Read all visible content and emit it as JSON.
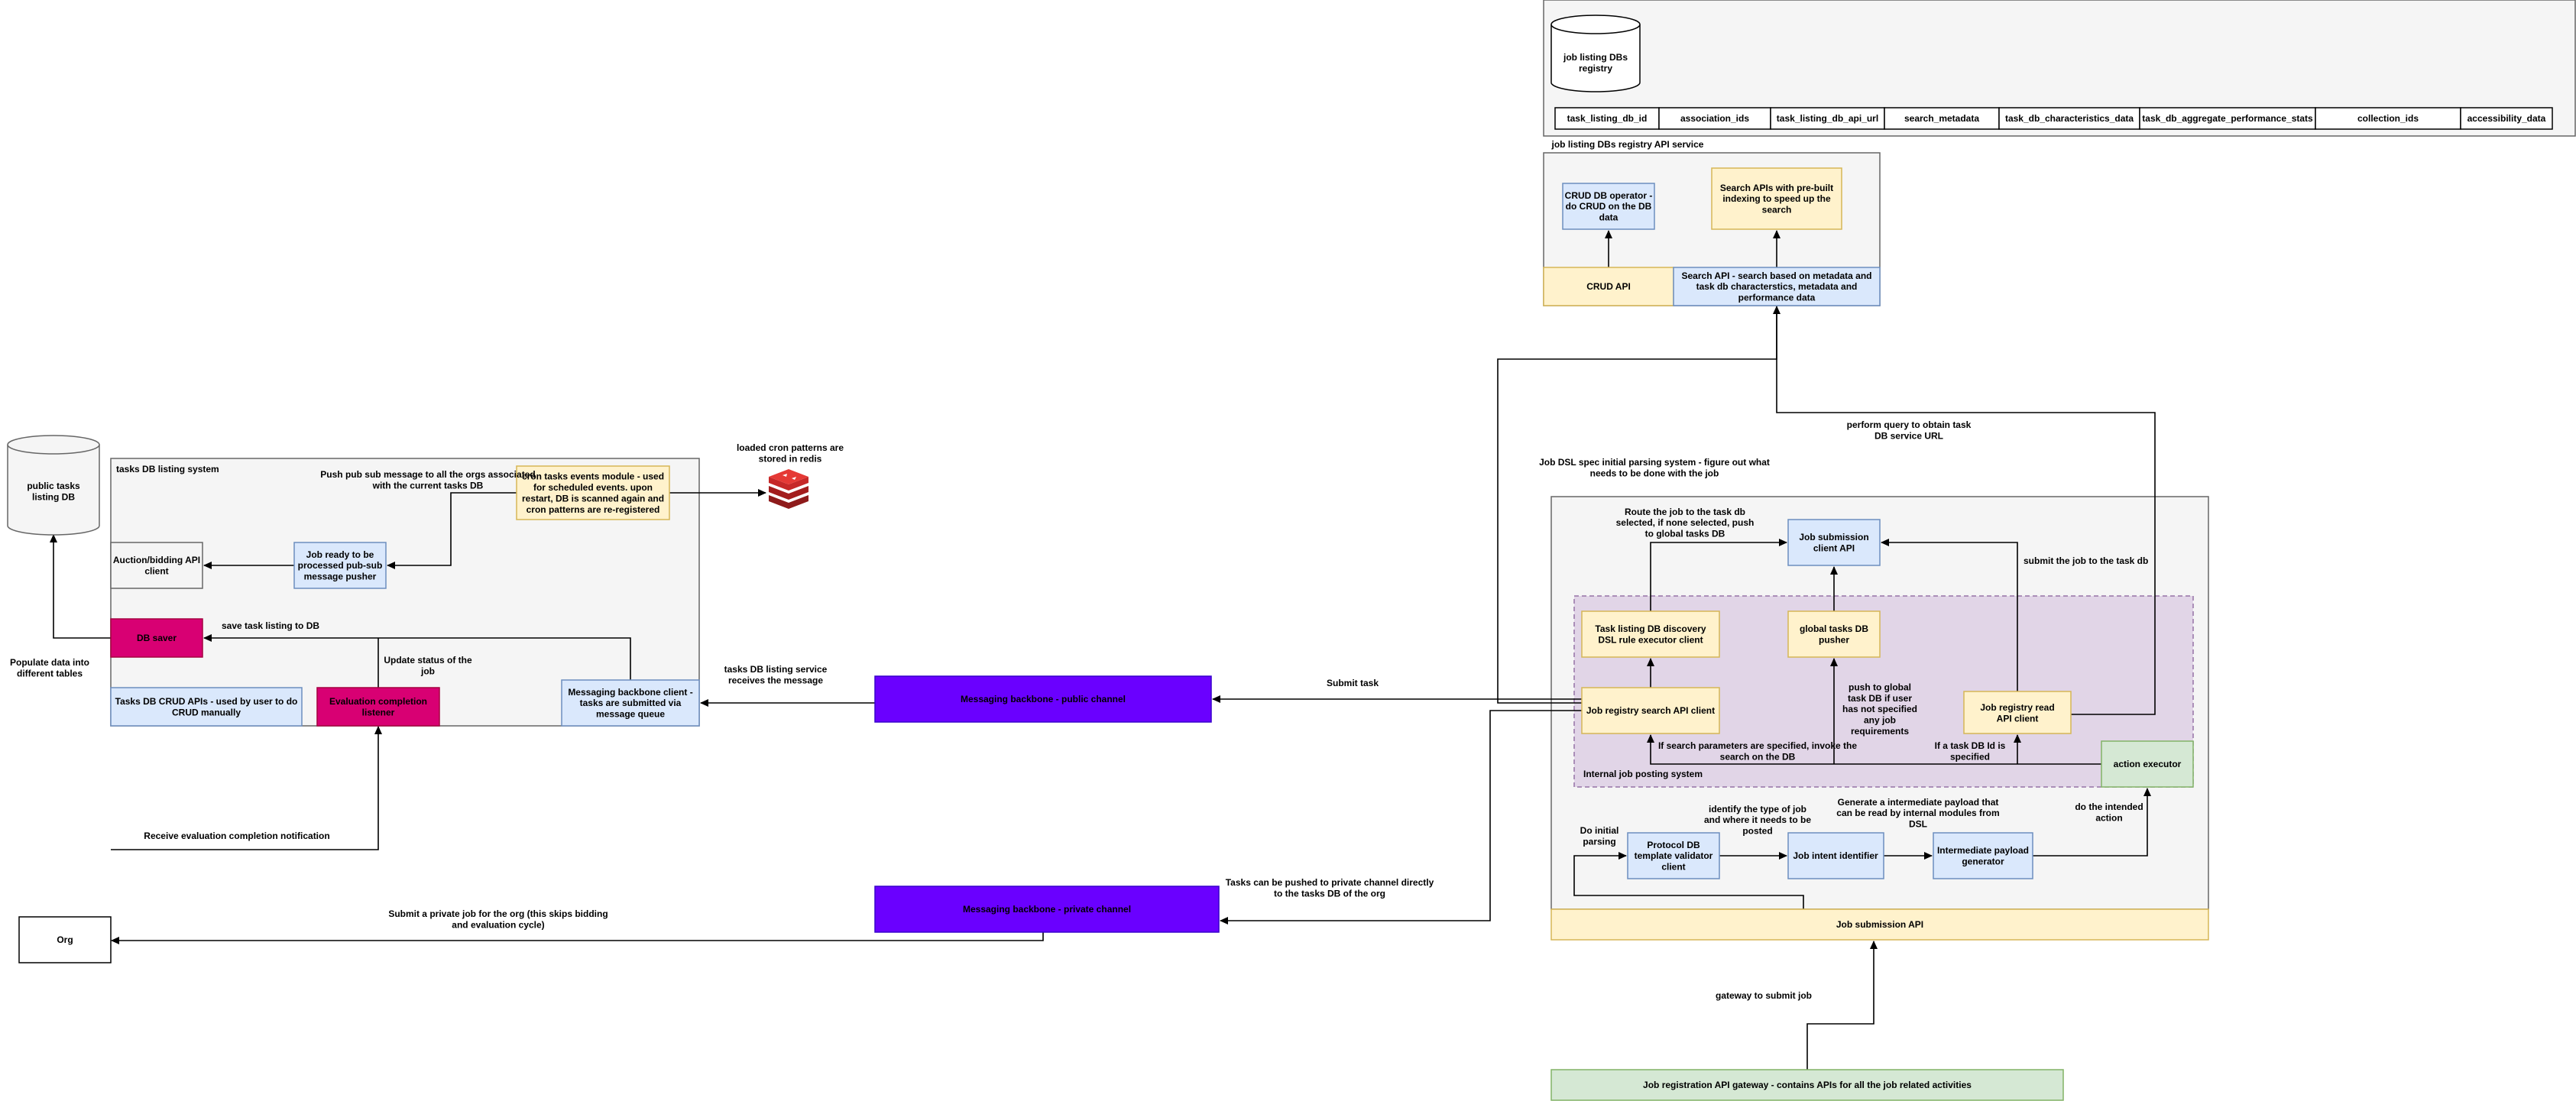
{
  "containers": {
    "registry_db_panel": "",
    "registry_api_service": "job listing DBs registry API service",
    "tasks_db_listing_system": "tasks DB listing system",
    "job_dsl_parsing_system": "Job DSL spec initial parsing system - figure out what needs to be done with the job",
    "internal_job_posting_system": "Internal job posting system"
  },
  "nodes": {
    "job_listing_dbs_registry": "job listing DBs registry",
    "public_tasks_listing_db": "public tasks listing DB",
    "crud_db_operator": "CRUD DB operator - do CRUD on the DB data",
    "search_apis_prebuilt": "Search APIs with pre-built indexing to speed up the search",
    "crud_api": "CRUD API",
    "search_api": "Search API - search based on metadata and task db characterstics, metadata and performance data",
    "auction_bidding_client": "Auction/bidding API client",
    "job_ready_pusher": "Job ready to be processed pub-sub message pusher",
    "cron_tasks_module": "cron tasks events module - used for scheduled events. upon restart, DB is scanned again and cron patterns are re-registered",
    "db_saver": "DB saver",
    "tasks_db_crud_apis": "Tasks DB CRUD APIs - used by user to do CRUD manually",
    "evaluation_completion_listener": "Evaluation completion listener",
    "messaging_backbone_client": "Messaging backbone client - tasks are submitted via message queue",
    "messaging_backbone_public": "Messaging backbone - public channel",
    "messaging_backbone_private": "Messaging backbone - private channel",
    "org": "Org",
    "job_submission_client_api": "Job submission client API",
    "task_listing_discovery": "Task listing DB discovery DSL rule executor client",
    "global_tasks_db_pusher": "global tasks DB pusher",
    "job_registry_search_client": "Job registry search API client",
    "job_registry_read_client": "Job registry read API client",
    "action_executor": "action executor",
    "protocol_db_validator": "Protocol DB template validator client",
    "job_intent_identifier": "Job intent identifier",
    "intermediate_payload_generator": "Intermediate payload generator",
    "job_submission_api": "Job submission API",
    "job_registration_gateway": "Job registration API gateway - contains APIs for all the job related activities"
  },
  "registry_table": [
    "task_listing_db_id",
    "association_ids",
    "task_listing_db_api_url",
    "search_metadata",
    "task_db_characteristics_data",
    "task_db_aggregate_performance_stats",
    "collection_ids",
    "accessibility_data"
  ],
  "edge_labels": {
    "loaded_cron": "loaded cron patterns are stored in redis",
    "push_pub_sub": "Push pub sub message to all the orgs associated with the current tasks DB",
    "save_task_listing": "save task listing to DB",
    "update_status": "Update status of the job",
    "populate_data": "Populate data into different tables",
    "tasks_db_listing_receives": "tasks DB listing service receives the message",
    "receive_eval_notification": "Receive evaluation completion notification",
    "submit_private_job": "Submit a private job for the org (this skips bidding and evaluation cycle)",
    "tasks_private_channel": "Tasks can be pushed to private channel directly to the tasks DB of the org",
    "submit_task": "Submit task",
    "perform_query": "perform query to obtain task DB service URL",
    "route_job": "Route the job to the task db selected, if none selected, push to global tasks DB",
    "submit_job_to_task_db": "submit the job to the task db",
    "push_to_global": "push to global task DB if user has not specified any job requirements",
    "if_search_params": "If search parameters are specified, invoke the search on the DB",
    "if_task_db_id": "If a task DB Id is specified",
    "do_initial_parsing": "Do initial parsing",
    "identify_job_type": "identify the type of job and where it needs to be posted",
    "generate_payload": "Generate a intermediate payload that can be read by internal modules from DSL",
    "do_intended_action": "do the intended action",
    "gateway_submit": "gateway to submit job"
  },
  "colors": {
    "container_fill": "#f5f5f5",
    "container_stroke": "#666666",
    "internal_fill": "#e1d5e7",
    "blue_fill": "#dae8fc",
    "yellow_fill": "#fff2cc",
    "green_fill": "#d5e8d4",
    "pink_fill": "#d80073",
    "violet_fill": "#6a00ff",
    "redis_red": "#c62828"
  }
}
